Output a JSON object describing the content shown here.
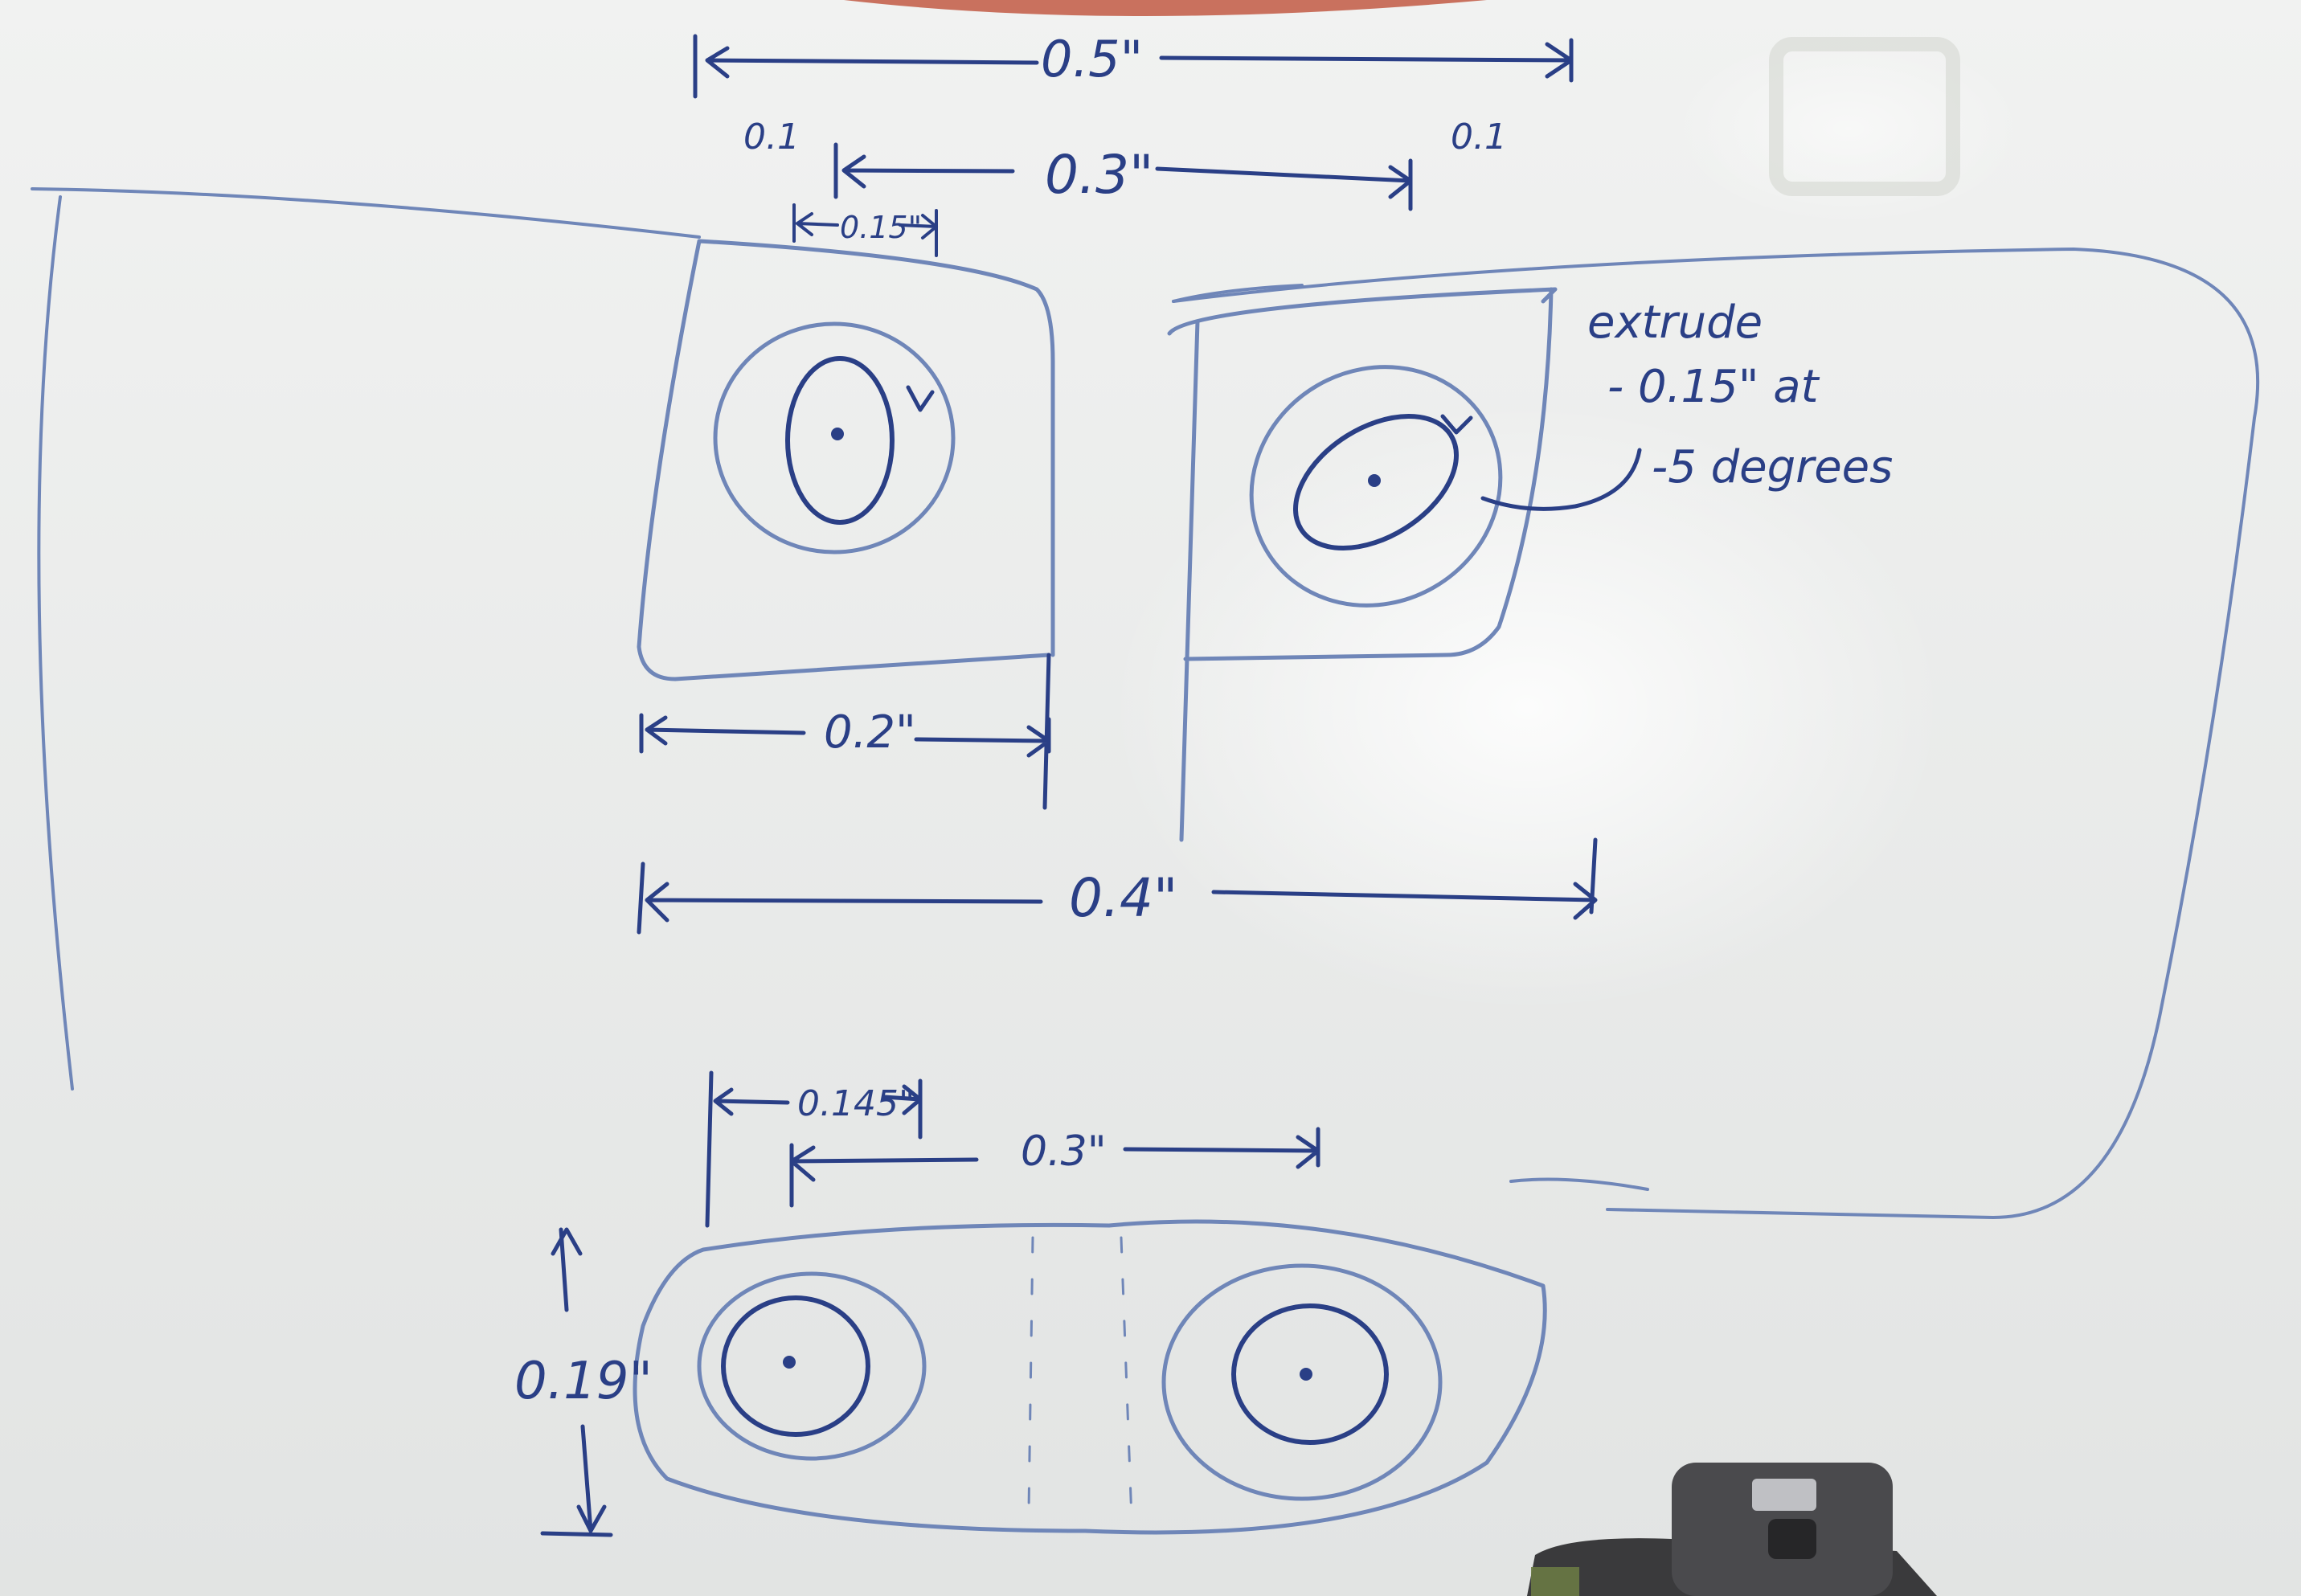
{
  "colors": {
    "board": "#e9ebea",
    "ink_dark": "#2a3f86",
    "ink_light": "#6f86b8",
    "marker_red": "#c25a44"
  },
  "labels": {
    "top_width": "0.5\"",
    "left_margin": "0.1",
    "right_margin": "0.1",
    "center_spacing": "0.3\"",
    "ring_offset_top": "0.15\"",
    "pad_width": "0.2\"",
    "overall_width": "0.4\"",
    "extrude_line1": "extrude",
    "extrude_line2": "- 0.15\" at",
    "extrude_line3": "-5 degrees",
    "ring_offset_bottom": "0.145\"",
    "center_spacing_bottom": "0.3\"",
    "height": "0.19\""
  }
}
